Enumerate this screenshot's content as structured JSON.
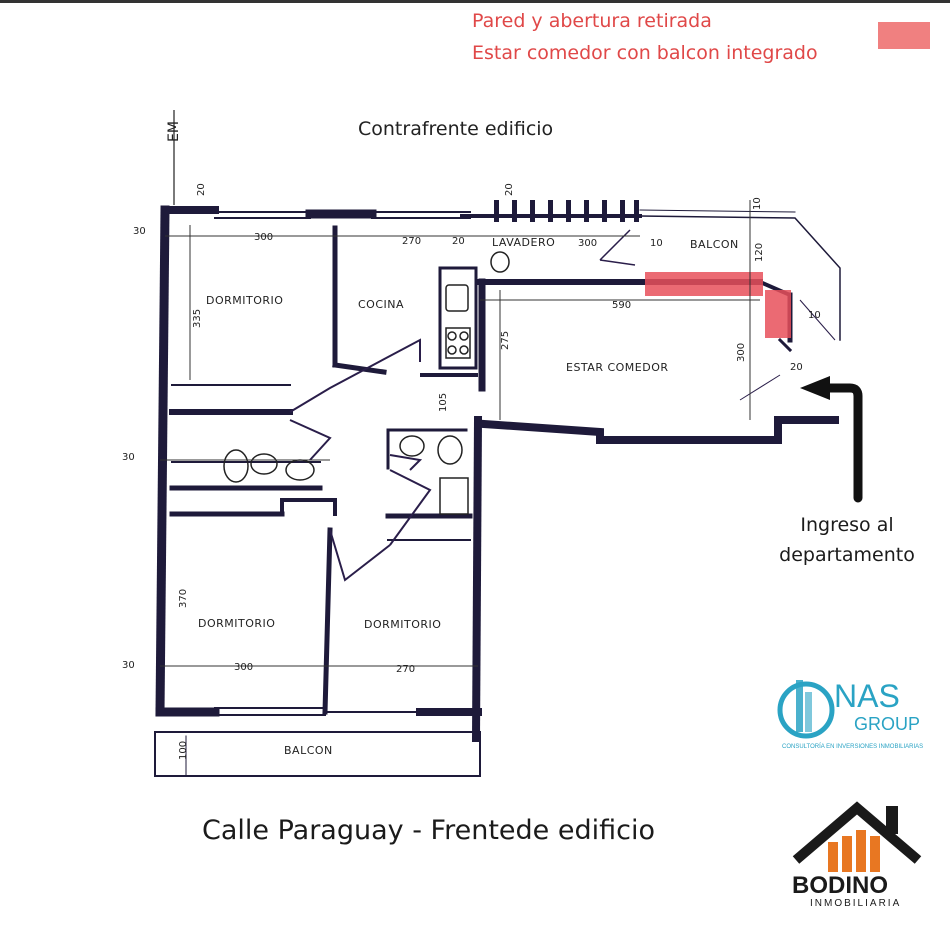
{
  "legend": {
    "line1": "Pared y abertura retirada",
    "line2": "Estar comedor con balcon integrado",
    "swatch_color": "#f08080"
  },
  "headings": {
    "top": "Contrafrente edificio",
    "bottom": "Calle Paraguay - Frentede edificio",
    "side_mark": "EM"
  },
  "rooms": {
    "dormitorio_top": "DORMITORIO",
    "cocina": "COCINA",
    "lavadero": "LAVADERO",
    "balcon_top": "BALCON",
    "estar_comedor": "ESTAR COMEDOR",
    "dormitorio_bottom_left": "DORMITORIO",
    "dormitorio_bottom_right": "DORMITORIO",
    "balcon_bottom": "BALCON"
  },
  "dimensions": {
    "d300_top": "300",
    "d270_top": "270",
    "d20_top": "20",
    "d300_lav": "300",
    "d10_lav": "10",
    "d590": "590",
    "d275": "275",
    "d120": "120",
    "d300_right": "300",
    "d20_right": "20",
    "d30_top_left": "30",
    "d20_corner": "20",
    "d30_mid_left": "30",
    "d30_bottom_left": "30",
    "d335": "335",
    "d370": "370",
    "d300_bottom": "300",
    "d270_bottom": "270",
    "d100": "100",
    "d105": "105",
    "d10_top_right": "10",
    "d20_lav": "20",
    "d10_bal": "10"
  },
  "ingreso": {
    "line1": "Ingreso al",
    "line2": "departamento",
    "arrow_color": "#111111"
  },
  "logos": {
    "onas_name": "NAS",
    "onas_group": "GROUP",
    "onas_tagline": "CONSULTORÍA EN INVERSIONES INMOBILIARIAS",
    "onas_color": "#2aa3c4",
    "bodino_name": "BODINO",
    "bodino_sub": "INMOBILIARIA",
    "bodino_accent": "#e87722"
  },
  "colors": {
    "wall": "#1e1a3a",
    "wall_accent": "#4a2a6a",
    "highlight": "#e8505a"
  }
}
